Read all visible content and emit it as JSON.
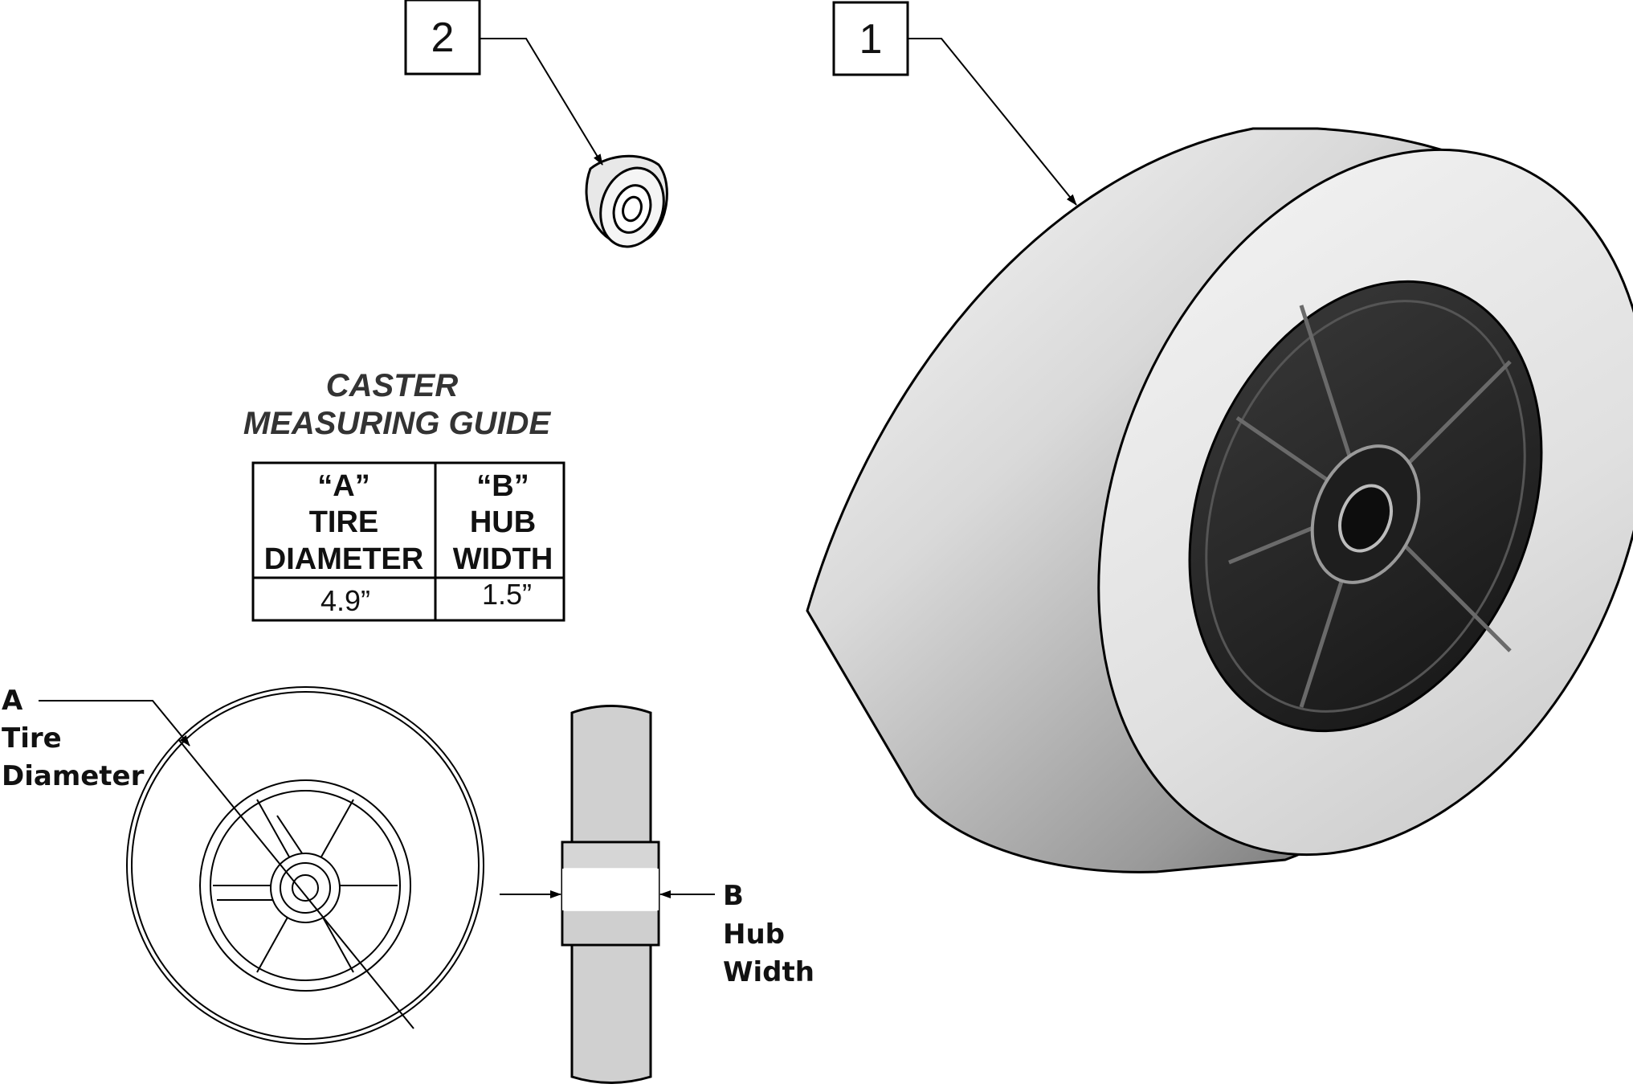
{
  "callouts": [
    {
      "number": "1"
    },
    {
      "number": "2"
    }
  ],
  "guide": {
    "title_line1": "CASTER",
    "title_line2": "MEASURING GUIDE",
    "columns": [
      {
        "letter": "“A”",
        "line1": "TIRE",
        "line2": "DIAMETER",
        "value": "4.9”"
      },
      {
        "letter": "“B”",
        "line1": "HUB",
        "line2": "WIDTH",
        "value": "1.5”"
      }
    ]
  },
  "dimensions": {
    "a": {
      "letter": "A",
      "line1": "Tire",
      "line2": "Diameter"
    },
    "b": {
      "letter": "B",
      "line1": "Hub",
      "line2": "Width"
    }
  },
  "colors": {
    "line": "#000000",
    "hub_dark": "#2b2b2b",
    "tire_light": "#e6e6e6",
    "tire_shadow": "#6a6a6a"
  }
}
